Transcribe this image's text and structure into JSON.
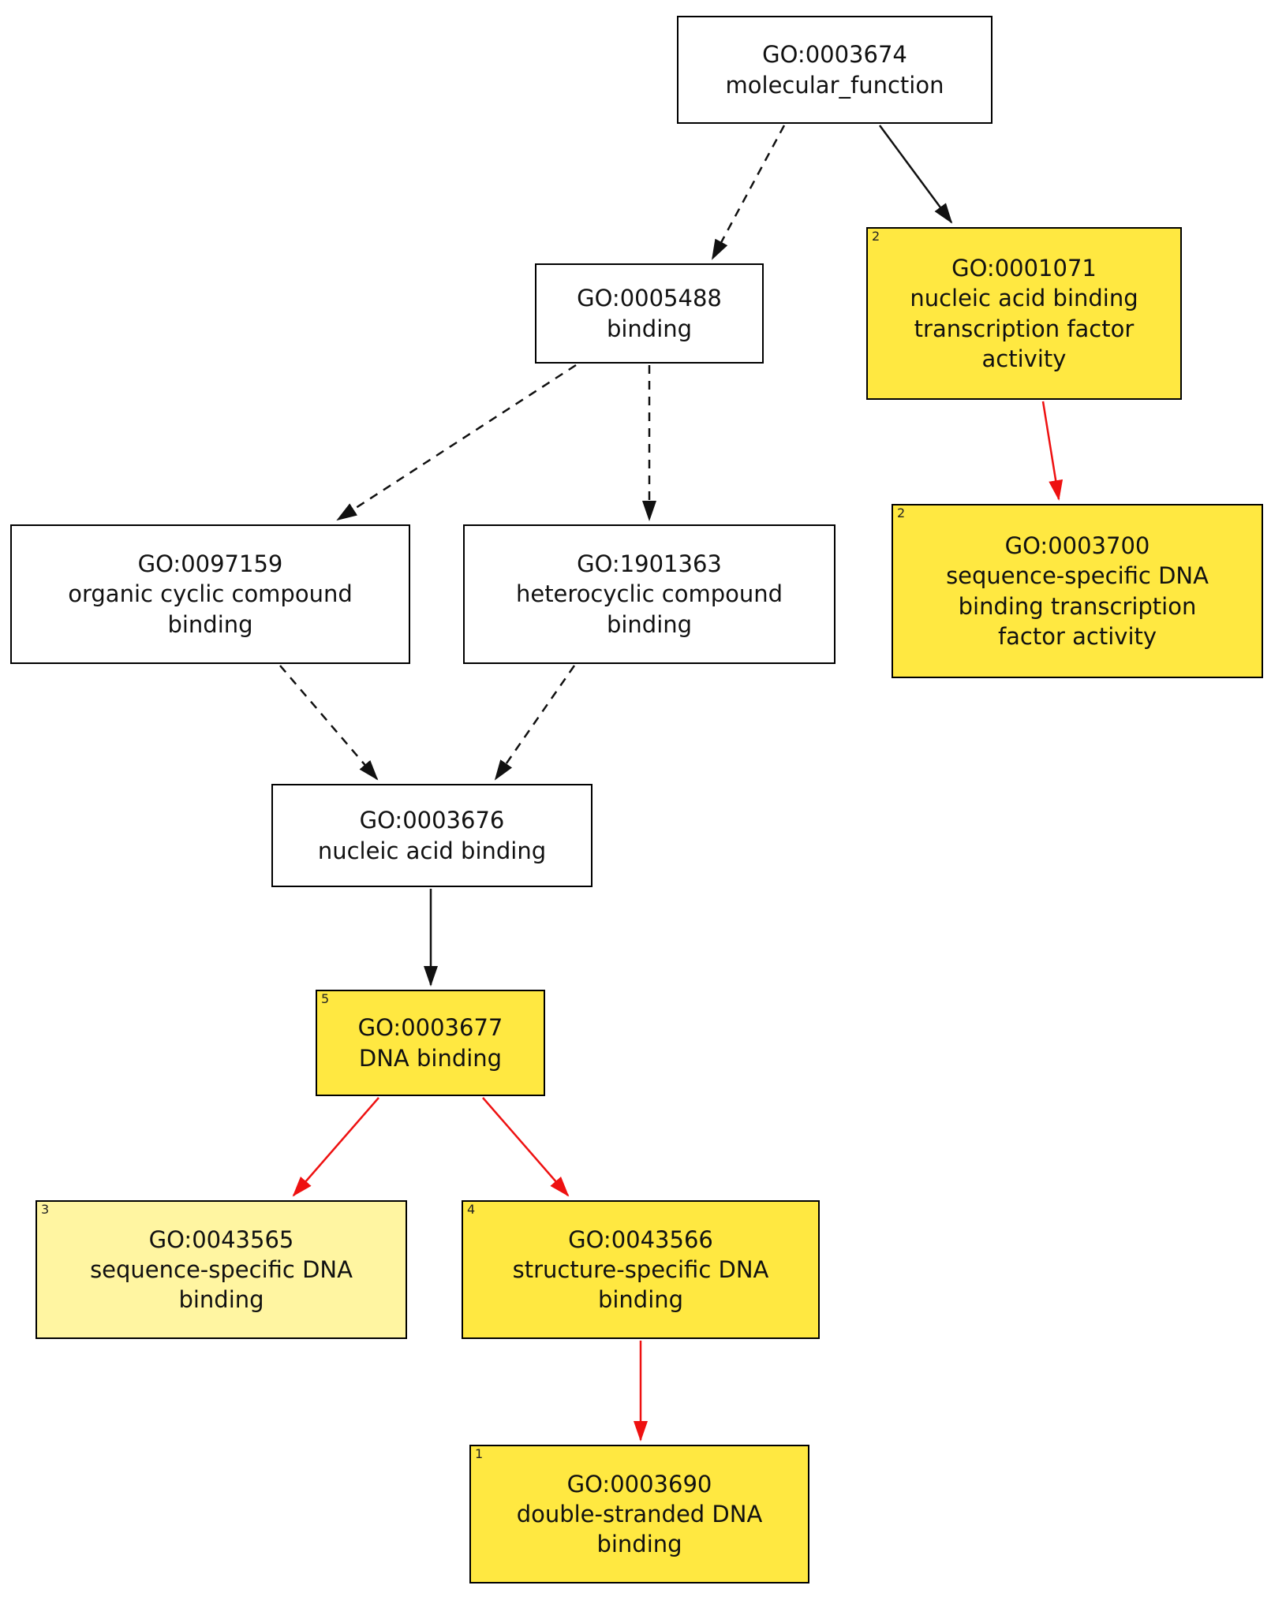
{
  "graph": {
    "nodes": [
      {
        "code": "GO:0003674",
        "label": "molecular_function",
        "badge": "",
        "style": "plain"
      },
      {
        "code": "GO:0005488",
        "label": "binding",
        "badge": "",
        "style": "plain"
      },
      {
        "code": "GO:0001071",
        "label": "nucleic acid binding\ntranscription factor\nactivity",
        "badge": "2",
        "style": "highlight"
      },
      {
        "code": "GO:0003700",
        "label": "sequence-specific DNA\nbinding transcription\nfactor activity",
        "badge": "2",
        "style": "highlight"
      },
      {
        "code": "GO:0097159",
        "label": "organic cyclic compound\nbinding",
        "badge": "",
        "style": "plain"
      },
      {
        "code": "GO:1901363",
        "label": "heterocyclic compound\nbinding",
        "badge": "",
        "style": "plain"
      },
      {
        "code": "GO:0003676",
        "label": "nucleic acid binding",
        "badge": "",
        "style": "plain"
      },
      {
        "code": "GO:0003677",
        "label": "DNA binding",
        "badge": "5",
        "style": "highlight"
      },
      {
        "code": "GO:0043565",
        "label": "sequence-specific DNA\nbinding",
        "badge": "3",
        "style": "highlight-light"
      },
      {
        "code": "GO:0043566",
        "label": "structure-specific DNA\nbinding",
        "badge": "4",
        "style": "highlight"
      },
      {
        "code": "GO:0003690",
        "label": "double-stranded DNA\nbinding",
        "badge": "1",
        "style": "highlight"
      }
    ],
    "edges": [
      {
        "from": "GO:0003674",
        "to": "GO:0005488",
        "style": "dashed-black"
      },
      {
        "from": "GO:0003674",
        "to": "GO:0001071",
        "style": "solid-black"
      },
      {
        "from": "GO:0001071",
        "to": "GO:0003700",
        "style": "solid-red"
      },
      {
        "from": "GO:0005488",
        "to": "GO:0097159",
        "style": "dashed-black"
      },
      {
        "from": "GO:0005488",
        "to": "GO:1901363",
        "style": "dashed-black"
      },
      {
        "from": "GO:0097159",
        "to": "GO:0003676",
        "style": "dashed-black"
      },
      {
        "from": "GO:1901363",
        "to": "GO:0003676",
        "style": "dashed-black"
      },
      {
        "from": "GO:0003676",
        "to": "GO:0003677",
        "style": "solid-black"
      },
      {
        "from": "GO:0003677",
        "to": "GO:0043565",
        "style": "solid-red"
      },
      {
        "from": "GO:0003677",
        "to": "GO:0043566",
        "style": "solid-red"
      },
      {
        "from": "GO:0043566",
        "to": "GO:0003690",
        "style": "solid-red"
      }
    ]
  },
  "colors": {
    "highlight": "#FFE841",
    "highlight_light": "#FFF5A1",
    "edge_red": "#EE1111",
    "edge_black": "#111111",
    "node_border": "#000000",
    "background": "#FFFFFF"
  }
}
